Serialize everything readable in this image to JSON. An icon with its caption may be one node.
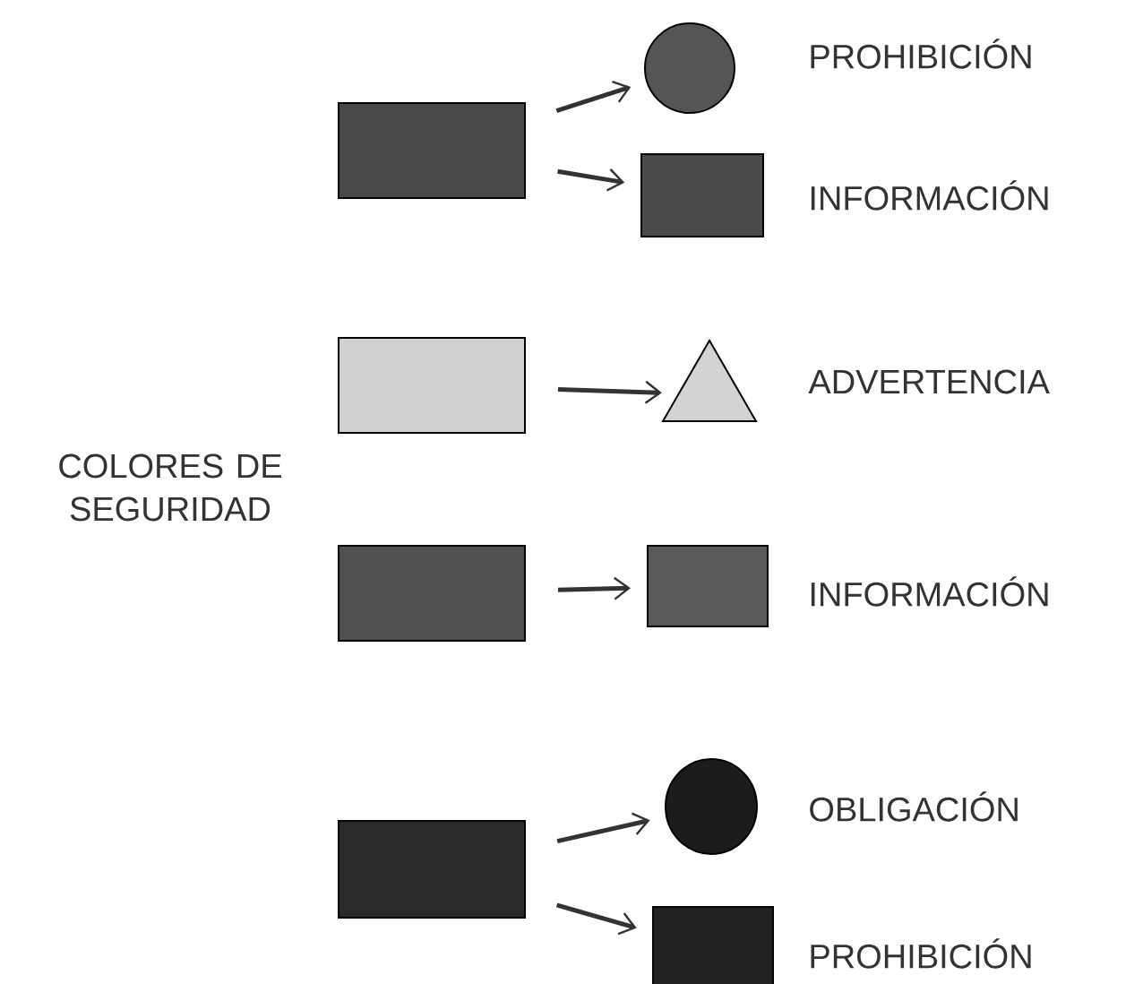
{
  "diagram": {
    "nodes": [
      {
        "text": [],
        "shape": "box"
      },
      {
        "text": [],
        "shape": "circle",
        "beside": [
          "PROHIBICIÓN"
        ]
      },
      {
        "text": [],
        "shape": "box",
        "beside": [
          "INFORMACIÓN"
        ]
      },
      {
        "text": [],
        "shape": "box"
      },
      {
        "text": [],
        "shape": "triangle",
        "beside": [
          "ADVERTENCIA"
        ]
      },
      {
        "text": [],
        "shape": "box"
      },
      {
        "text": [],
        "shape": "box",
        "beside": [
          "INFORMACIÓN"
        ]
      },
      {
        "text": [],
        "shape": "box"
      },
      {
        "text": [],
        "shape": "circle",
        "beside": [
          "OBLIGACIÓN"
        ]
      },
      {
        "text": [],
        "shape": "box",
        "beside": [
          "PROHIBICIÓN"
        ]
      }
    ],
    "edges": [
      {
        "from": 0,
        "to": 1,
        "arrow": "to"
      },
      {
        "from": 0,
        "to": 2,
        "arrow": "to"
      },
      {
        "from": 3,
        "to": 4,
        "arrow": "to"
      },
      {
        "from": 5,
        "to": 6,
        "arrow": "to"
      },
      {
        "from": 7,
        "to": 8,
        "arrow": "to"
      },
      {
        "from": 7,
        "to": 9,
        "arrow": "to"
      }
    ],
    "labels": [
      "COLORES DE SEGURIDAD"
    ]
  }
}
